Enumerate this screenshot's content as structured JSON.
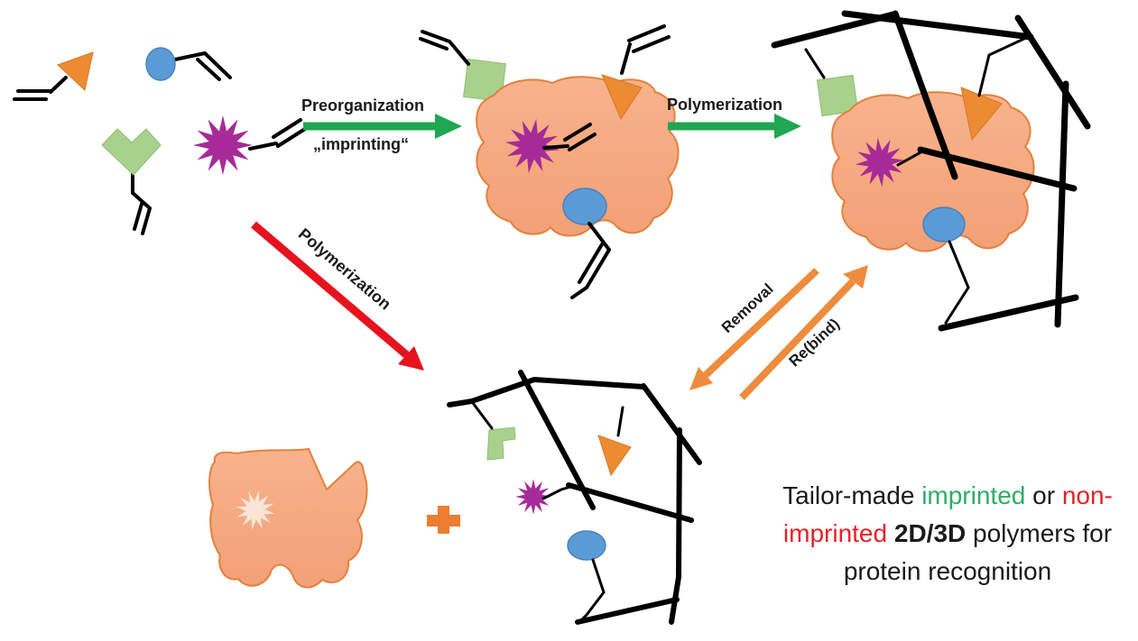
{
  "arrows": {
    "preorganization": {
      "label": "Preorganization",
      "sublabel": "„imprinting“",
      "color": "#1FA751",
      "direction": "right"
    },
    "polymerization_top": {
      "label": "Polymerization",
      "color": "#1FA751",
      "direction": "right"
    },
    "polymerization_diagonal": {
      "label": "Polymerization",
      "color": "#E6131E",
      "direction": "down-right"
    },
    "removal": {
      "label": "Removal",
      "color": "#ED8C3C",
      "direction": "down-left"
    },
    "rebind": {
      "label": "Re(bind)",
      "color": "#ED8C3C",
      "direction": "up-right"
    }
  },
  "caption": {
    "tailor_made": "Tailor-made ",
    "imprinted_green": "imprinted",
    "or": " or ",
    "non_hyphen": "non-",
    "imprinted_red": "imprinted",
    "dims_bold": " 2D/3D ",
    "polymers_for": "polymers for",
    "protein_recognition": "protein recognition"
  },
  "colors": {
    "protein_fill": "#F5A87F",
    "protein_stroke": "#E3813D",
    "imprint_cavity_star": "#FAE5D6",
    "green_monomer": "#A9D18E",
    "orange_monomer": "#ED8B33",
    "purple_monomer": "#A62B98",
    "blue_monomer": "#5B9BD5",
    "polymer_network": "#000000",
    "green_arrow": "#1FA751",
    "red_arrow": "#E6131E",
    "orange_arrow": "#ED8C3C",
    "plus_sign": "#ED7D31",
    "caption_green": "#2EAD68",
    "caption_red": "#E02329",
    "caption_black": "#1A1A1A"
  }
}
